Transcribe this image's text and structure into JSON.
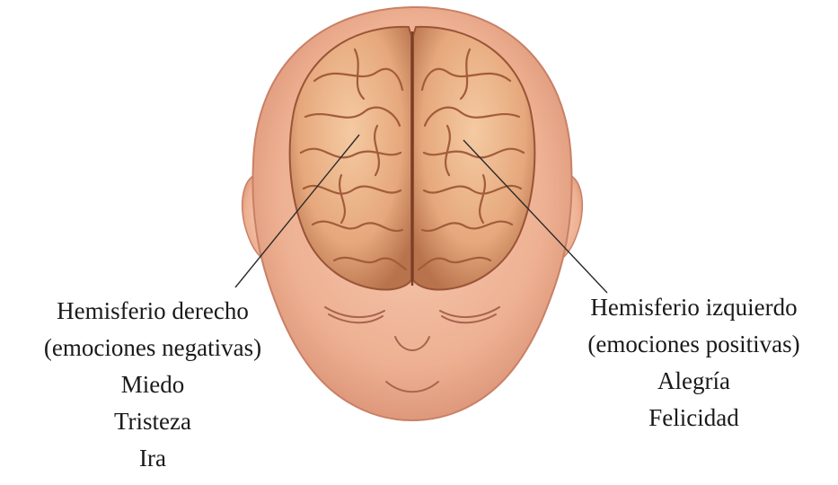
{
  "left_hemisphere": {
    "title": "Hemisferio derecho",
    "subtitle": "(emociones negativas)",
    "emotions": [
      "Miedo",
      "Tristeza",
      "Ira"
    ]
  },
  "right_hemisphere": {
    "title": "Hemisferio izquierdo",
    "subtitle": "(emociones positivas)",
    "emotions": [
      "Alegría",
      "Felicidad"
    ]
  },
  "colors": {
    "skin": "#f0b79a",
    "skin_shadow": "#d9917a",
    "brain": "#eab186",
    "brain_dark": "#a9623f",
    "leader_line": "#2b2b2b"
  }
}
